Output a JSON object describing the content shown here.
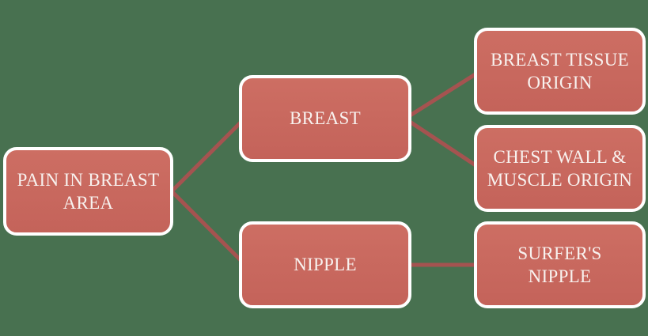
{
  "diagram": {
    "title": "Pain in breast area hierarchy",
    "colors": {
      "background": "#487150",
      "node_fill_top": "#CD6E63",
      "node_fill_bottom": "#C4635A",
      "node_border": "#FFFFFF",
      "connector": "#A55350",
      "text": "#F8F2EF"
    },
    "nodes": {
      "root": {
        "label": "PAIN IN BREAST AREA",
        "lines": [
          "PAIN IN BREAST",
          "AREA"
        ]
      },
      "breast": {
        "label": "BREAST",
        "lines": [
          "BREAST"
        ]
      },
      "nipple": {
        "label": "NIPPLE",
        "lines": [
          "NIPPLE"
        ]
      },
      "breast_tissue": {
        "label": "BREAST TISSUE ORIGIN",
        "lines": [
          "BREAST TISSUE",
          "ORIGIN"
        ]
      },
      "chest_wall": {
        "label": "CHEST WALL & MUSCLE ORIGIN",
        "lines": [
          "CHEST WALL &",
          "MUSCLE ORIGIN"
        ]
      },
      "surfers": {
        "label": "SURFER'S NIPPLE",
        "lines": [
          "SURFER'S",
          "NIPPLE"
        ]
      }
    },
    "edges": [
      {
        "from": "PAIN IN BREAST AREA",
        "to": "BREAST"
      },
      {
        "from": "PAIN IN BREAST AREA",
        "to": "NIPPLE"
      },
      {
        "from": "BREAST",
        "to": "BREAST TISSUE ORIGIN"
      },
      {
        "from": "BREAST",
        "to": "CHEST WALL & MUSCLE ORIGIN"
      },
      {
        "from": "NIPPLE",
        "to": "SURFER'S NIPPLE"
      }
    ]
  }
}
